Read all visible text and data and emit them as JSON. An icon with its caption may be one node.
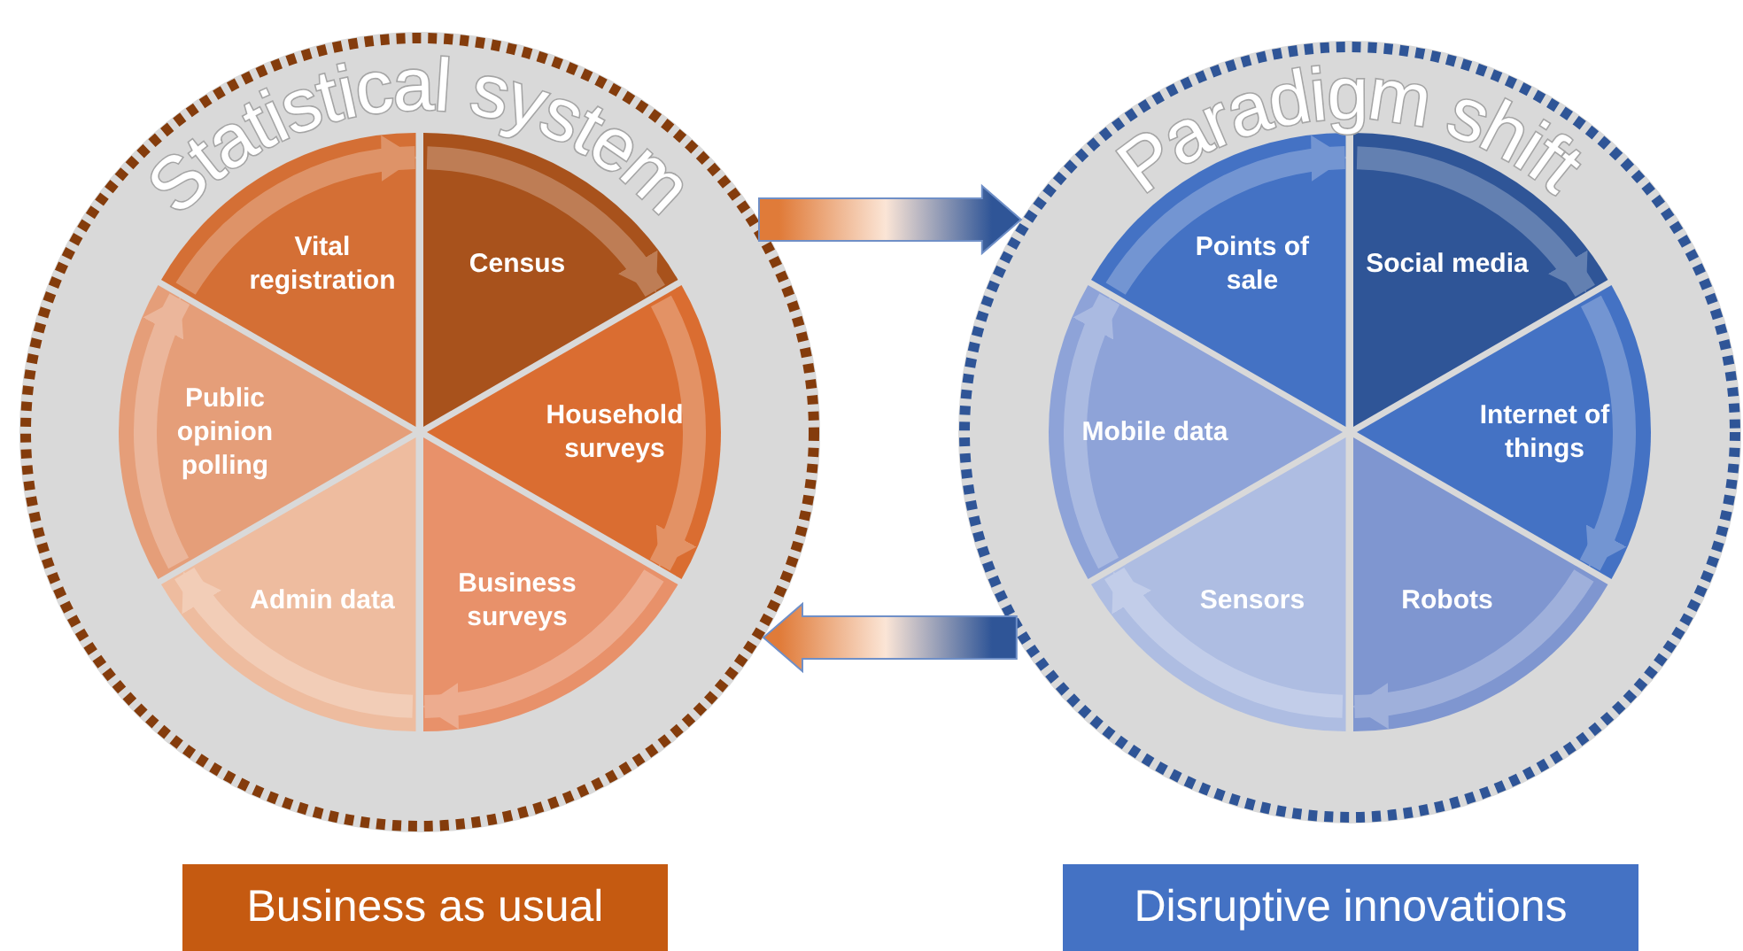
{
  "diagram": {
    "nodes": [
      {
        "text": [
          "Statistical system"
        ]
      },
      {
        "text": [
          "Vital registration"
        ],
        "in": 0
      },
      {
        "text": [
          "Census"
        ],
        "in": 0
      },
      {
        "text": [
          "Public opinion polling"
        ],
        "in": 0
      },
      {
        "text": [
          "Household surveys"
        ],
        "in": 0
      },
      {
        "text": [
          "Admin data"
        ],
        "in": 0
      },
      {
        "text": [
          "Business surveys"
        ],
        "in": 0
      },
      {
        "text": [
          "Paradigm shift"
        ]
      },
      {
        "text": [
          "Points of sale"
        ],
        "in": 7
      },
      {
        "text": [
          "Social media"
        ],
        "in": 7
      },
      {
        "text": [
          "Mobile data"
        ],
        "in": 7
      },
      {
        "text": [
          "Internet of things"
        ],
        "in": 7
      },
      {
        "text": [
          "Sensors"
        ],
        "in": 7
      },
      {
        "text": [
          "Robots"
        ],
        "in": 7
      },
      {
        "text": [
          "Business as usual"
        ]
      },
      {
        "text": [
          "Disruptive innovations"
        ]
      }
    ],
    "edges": [
      {
        "from": 0,
        "to": 7,
        "arrow": "to"
      },
      {
        "from": 7,
        "to": 0,
        "arrow": "to"
      },
      {
        "from": 1,
        "to": 2,
        "arrow": "to"
      },
      {
        "from": 2,
        "to": 4,
        "arrow": "to"
      },
      {
        "from": 4,
        "to": 6,
        "arrow": "to"
      },
      {
        "from": 6,
        "to": 5,
        "arrow": "to"
      },
      {
        "from": 5,
        "to": 3,
        "arrow": "to"
      },
      {
        "from": 3,
        "to": 1,
        "arrow": "to"
      },
      {
        "from": 8,
        "to": 9,
        "arrow": "to"
      },
      {
        "from": 9,
        "to": 11,
        "arrow": "to"
      },
      {
        "from": 11,
        "to": 13,
        "arrow": "to"
      },
      {
        "from": 13,
        "to": 12,
        "arrow": "to"
      },
      {
        "from": 12,
        "to": 10,
        "arrow": "to"
      },
      {
        "from": 10,
        "to": 8,
        "arrow": "to"
      }
    ]
  }
}
